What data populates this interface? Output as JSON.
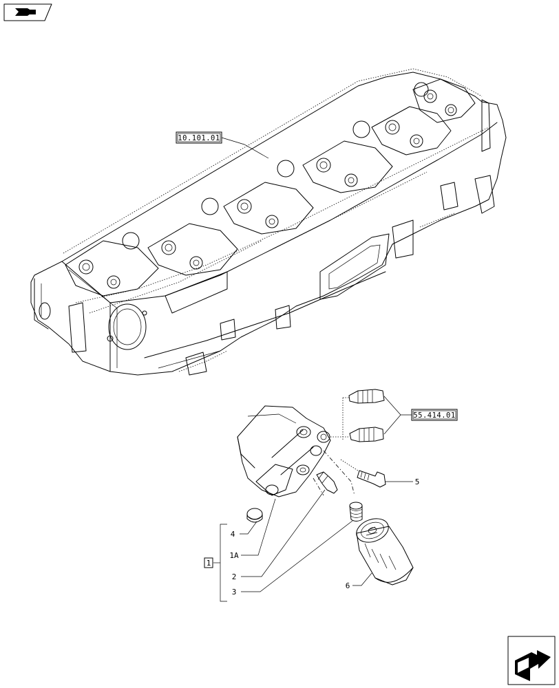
{
  "references": {
    "cylinder_head_ref": "10.101.01",
    "connector_ref": "55.414.01"
  },
  "callouts": {
    "item_1": "1",
    "item_1a": "1A",
    "item_2": "2",
    "item_3": "3",
    "item_4": "4",
    "item_5": "5",
    "item_6": "6"
  },
  "icons": {
    "top_left": "previous-page-icon",
    "bottom_right": "next-page-icon"
  }
}
